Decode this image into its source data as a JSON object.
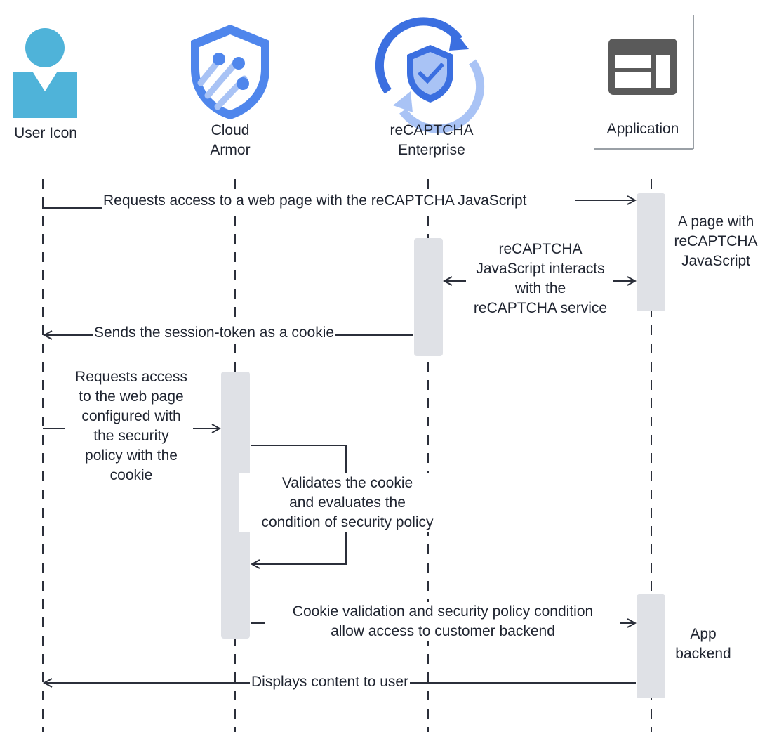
{
  "actors": [
    {
      "name": "User Icon",
      "icon": "user-icon"
    },
    {
      "name": "Cloud\nArmor",
      "icon": "cloud-armor-shield-icon"
    },
    {
      "name": "reCAPTCHA\nEnterprise",
      "icon": "recaptcha-enterprise-icon"
    },
    {
      "name": "Application",
      "icon": "application-window-icon"
    }
  ],
  "messages": {
    "m1": "Requests access to a web page with the reCAPTCHA JavaScript",
    "m2": "reCAPTCHA\nJavaScript interacts\nwith the\nreCAPTCHA service",
    "m3": "Sends the session-token as a cookie",
    "m4": "Requests access\nto the web page\nconfigured with\nthe security\npolicy with the\ncookie",
    "m5": "Validates the cookie\nand evaluates the\ncondition of security policy",
    "m6": "Cookie validation and security policy condition\nallow access to customer backend",
    "m7": "Displays content to user"
  },
  "notes": {
    "n1": "A page with\nreCAPTCHA\nJavaScript",
    "n2": "App\nbackend"
  },
  "colors": {
    "user_blue": "#4fb3d9",
    "shield_blue": "#4f86ec",
    "shield_light": "#a9c3f5",
    "recaptcha_blue": "#3b6fe0",
    "activation_gray": "#dfe1e6",
    "line_dark": "#2b2f3a",
    "app_icon_gray": "#5a5a5a"
  }
}
